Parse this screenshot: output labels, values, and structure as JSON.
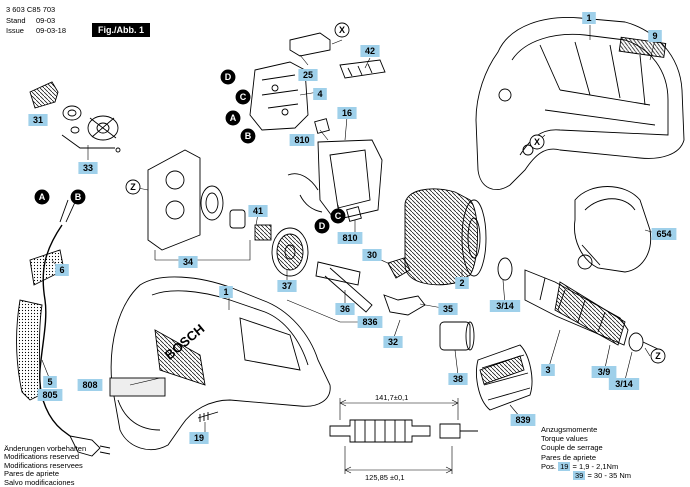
{
  "header": {
    "doc_number": "3 603 C85 703",
    "stand_label": "Stand",
    "stand_value": "09-03",
    "issue_label": "Issue",
    "issue_value": "09-03-18",
    "fig_label": "Fig./Abb. 1"
  },
  "part_tags": [
    {
      "id": "t1a",
      "text": "1"
    },
    {
      "id": "t1b",
      "text": "1"
    },
    {
      "id": "t2",
      "text": "2"
    },
    {
      "id": "t3",
      "text": "3"
    },
    {
      "id": "t4",
      "text": "4"
    },
    {
      "id": "t5",
      "text": "5"
    },
    {
      "id": "t6",
      "text": "6"
    },
    {
      "id": "t9",
      "text": "9"
    },
    {
      "id": "t16",
      "text": "16"
    },
    {
      "id": "t19",
      "text": "19"
    },
    {
      "id": "t25",
      "text": "25"
    },
    {
      "id": "t30",
      "text": "30"
    },
    {
      "id": "t31",
      "text": "31"
    },
    {
      "id": "t32",
      "text": "32"
    },
    {
      "id": "t33",
      "text": "33"
    },
    {
      "id": "t34",
      "text": "34"
    },
    {
      "id": "t35",
      "text": "35"
    },
    {
      "id": "t36",
      "text": "36"
    },
    {
      "id": "t37",
      "text": "37"
    },
    {
      "id": "t38",
      "text": "38"
    },
    {
      "id": "t41",
      "text": "41"
    },
    {
      "id": "t42",
      "text": "42"
    },
    {
      "id": "t805",
      "text": "805"
    },
    {
      "id": "t808",
      "text": "808"
    },
    {
      "id": "t810a",
      "text": "810"
    },
    {
      "id": "t810b",
      "text": "810"
    },
    {
      "id": "t836",
      "text": "836"
    },
    {
      "id": "t839",
      "text": "839"
    },
    {
      "id": "t654",
      "text": "654"
    },
    {
      "id": "t314a",
      "text": "3/14"
    },
    {
      "id": "t314b",
      "text": "3/14"
    },
    {
      "id": "t39",
      "text": "3/9"
    }
  ],
  "markers": [
    {
      "id": "mA1",
      "text": "A"
    },
    {
      "id": "mA2",
      "text": "A"
    },
    {
      "id": "mB1",
      "text": "B"
    },
    {
      "id": "mB2",
      "text": "B"
    },
    {
      "id": "mC1",
      "text": "C"
    },
    {
      "id": "mC2",
      "text": "C"
    },
    {
      "id": "mD1",
      "text": "D"
    },
    {
      "id": "mD2",
      "text": "D"
    },
    {
      "id": "mX1",
      "text": "X"
    },
    {
      "id": "mX2",
      "text": "X"
    },
    {
      "id": "mZ1",
      "text": "Z"
    },
    {
      "id": "mZ2",
      "text": "Z"
    }
  ],
  "dimensions": {
    "top": "141,7±0,1",
    "bottom": "125,85 ±0,1"
  },
  "brand_text": "BOSCH",
  "notes": [
    "Änderungen vorbehalten",
    "Modifications reserved",
    "Modifications reservees",
    "Pares de apriete",
    "Salvo modificaciones"
  ],
  "torque": {
    "lines": [
      "Anzugsmomente",
      "Torque values",
      "Couple de serrage",
      "Pares de apriete"
    ],
    "row1": {
      "prefix": "Pos.",
      "tag": "19",
      "value": "= 1,9 - 2,1Nm"
    },
    "row2": {
      "tag": "39",
      "value": "= 30 - 35 Nm"
    }
  },
  "colors": {
    "tag_fill": "#9fd0ea",
    "marker_fill": "#000000",
    "line": "#000000"
  }
}
